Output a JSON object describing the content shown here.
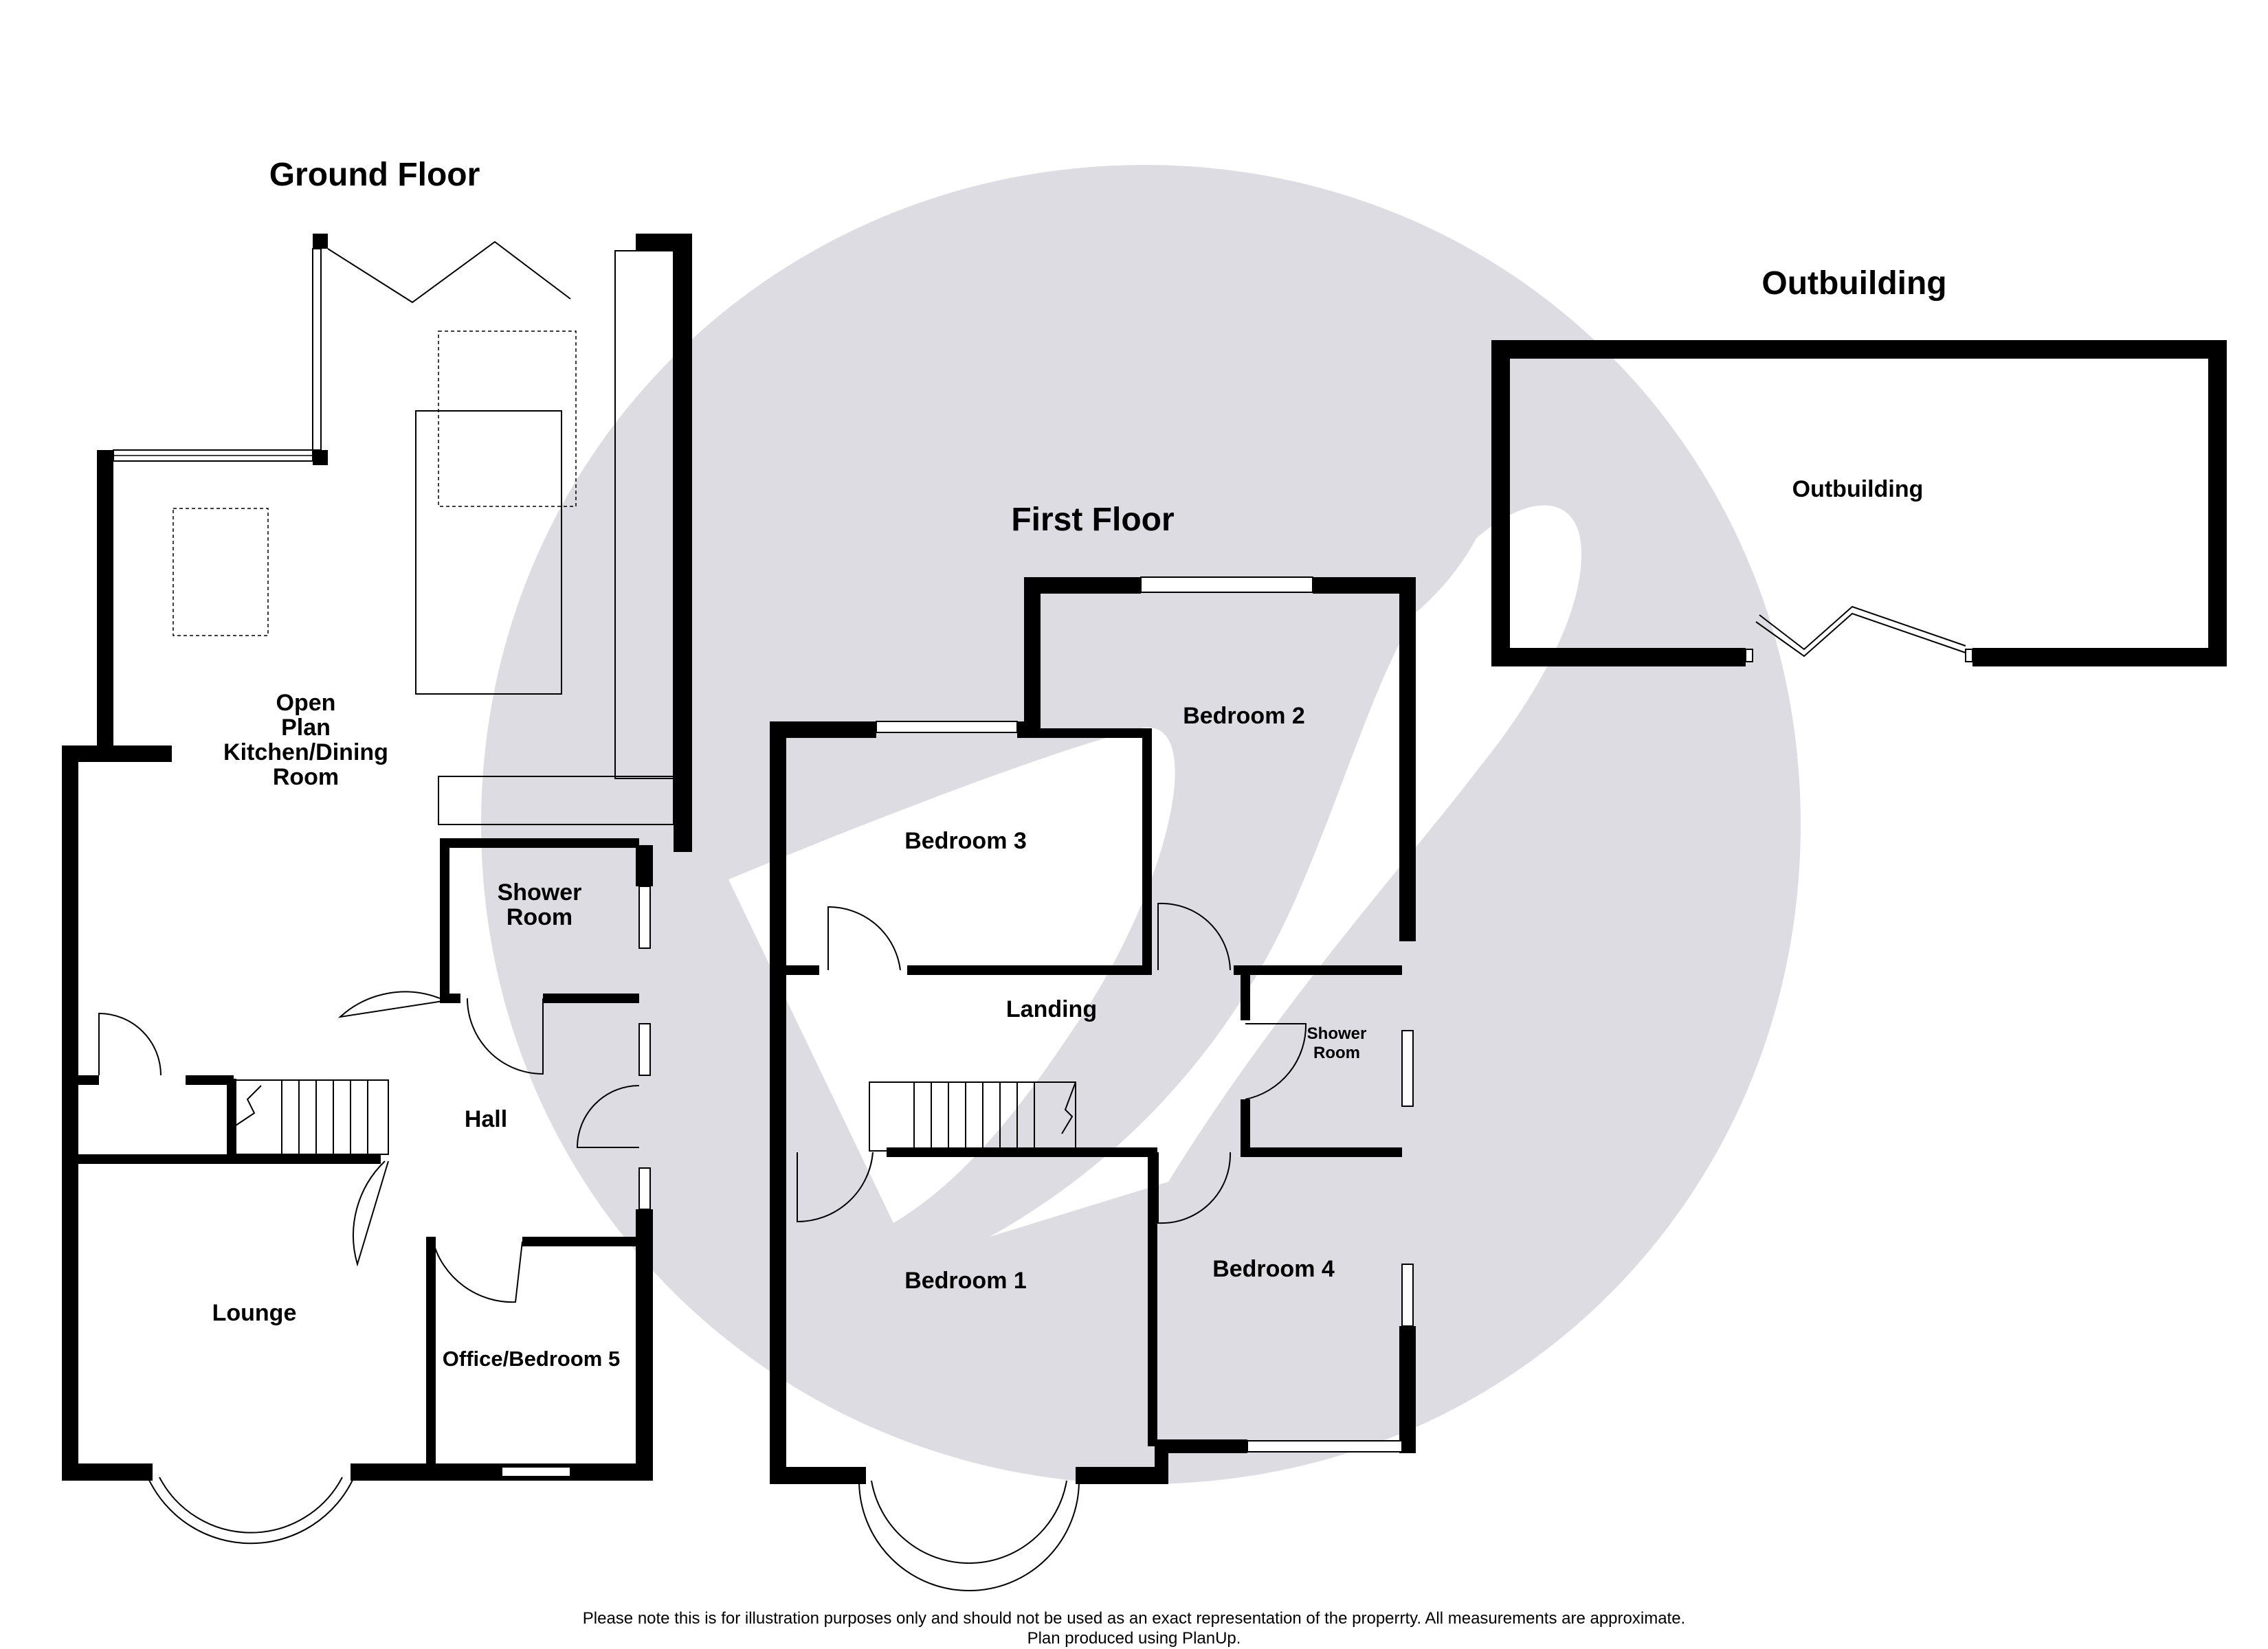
{
  "floors": {
    "ground": "Ground Floor",
    "first": "First Floor",
    "outbuilding": "Outbuilding"
  },
  "rooms": {
    "kitchen": [
      "Open",
      "Plan",
      "Kitchen/Dining",
      "Room"
    ],
    "shower_ground": [
      "Shower",
      "Room"
    ],
    "hall": "Hall",
    "lounge": "Lounge",
    "office": "Office/Bedroom 5",
    "bedroom1": "Bedroom 1",
    "bedroom2": "Bedroom 2",
    "bedroom3": "Bedroom 3",
    "bedroom4": "Bedroom 4",
    "landing": "Landing",
    "shower_first": [
      "Shower",
      "Room"
    ],
    "outbuilding": "Outbuilding"
  },
  "footer": {
    "line1": "Please note this is for illustration purposes only and should not be used as an exact representation of the properrty. All measurements are approximate.",
    "line2": "Plan produced using PlanUp."
  },
  "colors": {
    "wall": "#000000",
    "watermark": "#dcdce2"
  }
}
